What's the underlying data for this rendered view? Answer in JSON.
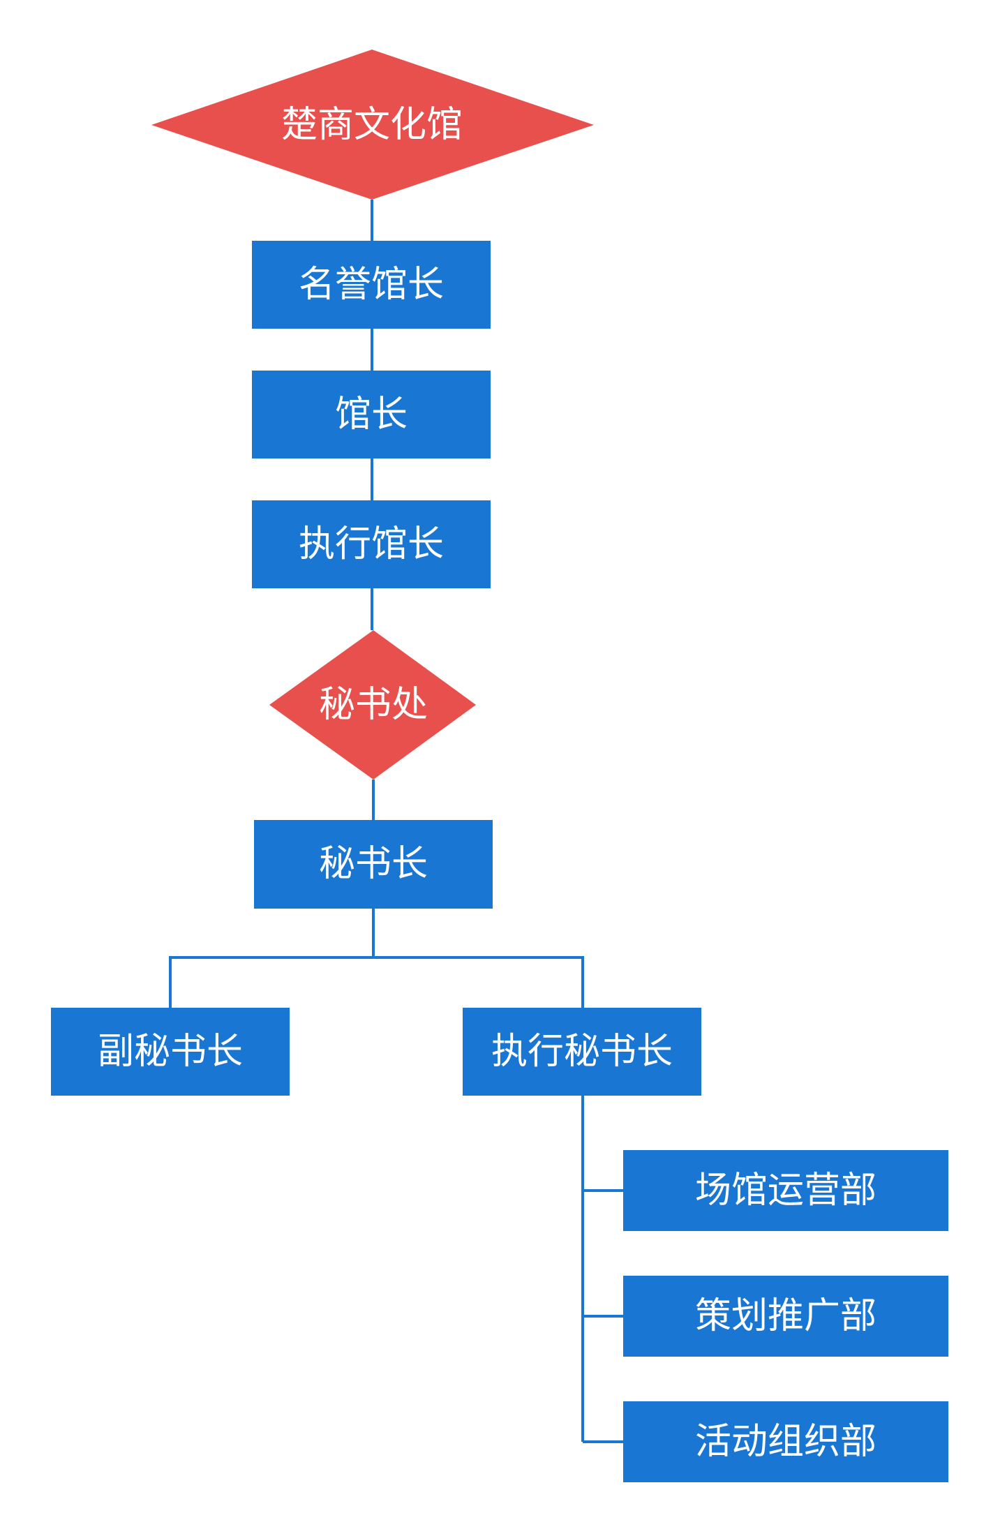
{
  "colors": {
    "box": "#1976d2",
    "diamond": "#e8504e",
    "connector": "#1976d2",
    "text": "#ffffff"
  },
  "nodes": {
    "root": "楚商文化馆",
    "honorary_curator": "名誉馆长",
    "curator": "馆长",
    "executive_curator": "执行馆长",
    "secretariat": "秘书处",
    "secretary_general": "秘书长",
    "deputy_secretary_general": "副秘书长",
    "executive_secretary_general": "执行秘书长",
    "venue_operations": "场馆运营部",
    "planning_promotion": "策划推广部",
    "event_organization": "活动组织部"
  }
}
